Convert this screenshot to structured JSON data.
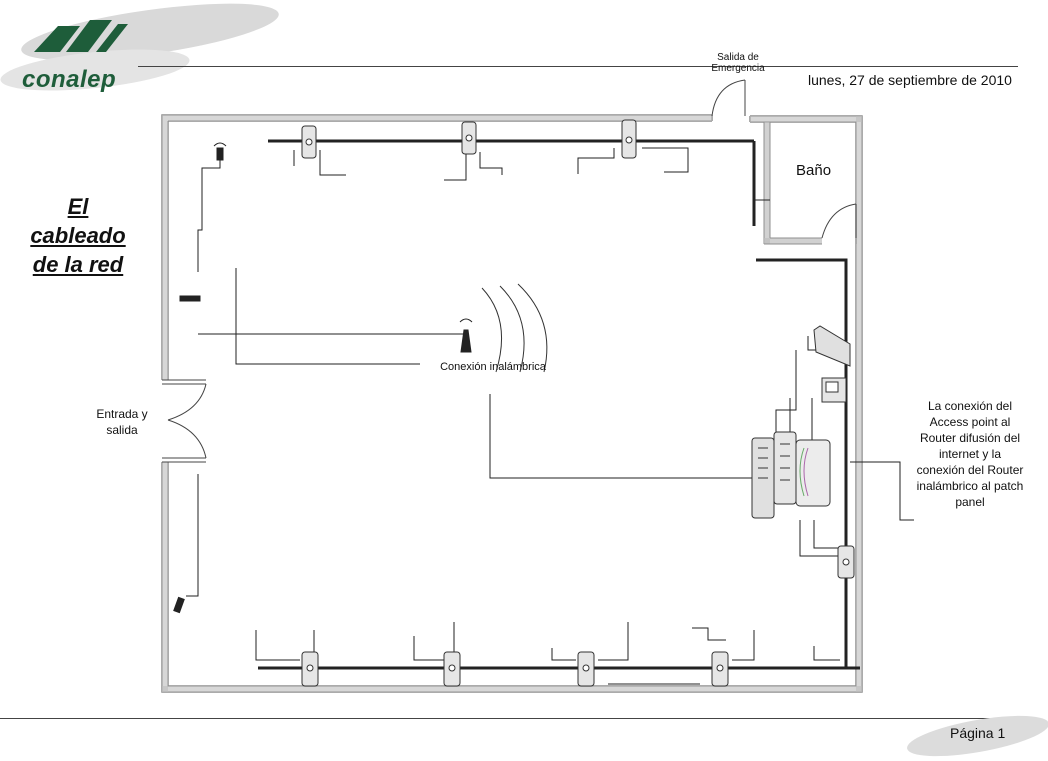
{
  "header": {
    "logo_text": "conalep",
    "date": "lunes, 27 de septiembre de 2010"
  },
  "title": {
    "line1": "El",
    "line2": "cableado",
    "line3": "de la red"
  },
  "labels": {
    "emergency_exit_line1": "Salida de",
    "emergency_exit_line2": "Emergencia",
    "bathroom": "Baño",
    "wireless": "Conexión inalámbrica",
    "entrance": "Entrada y salida",
    "connection_note": "La conexión del Access point al Router difusión del internet y la conexión del Router inalámbrico al patch panel"
  },
  "footer": {
    "page": "Página 1"
  },
  "colors": {
    "logo_green": "#1e5d3a",
    "wall_gray": "#9a9a9a",
    "cable": "#222222"
  }
}
